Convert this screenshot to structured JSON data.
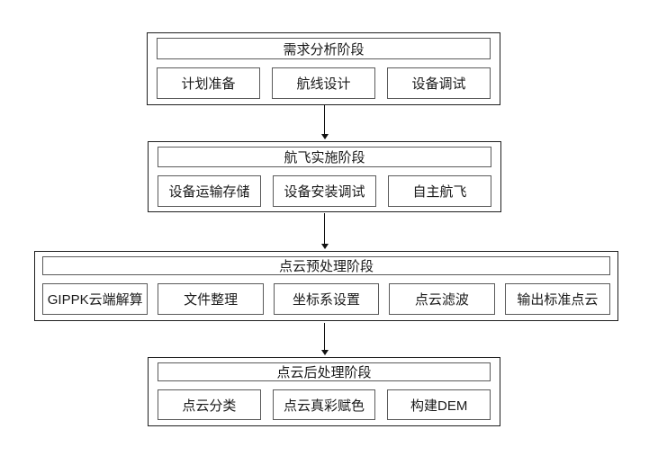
{
  "diagram": {
    "type": "flowchart",
    "direction": "top-down",
    "colors": {
      "background": "#ffffff",
      "outer_border": "#1f1f1f",
      "inner_border": "#5a5a5a",
      "arrow": "#111111",
      "text": "#1a1a1a"
    },
    "stages": [
      {
        "title": "需求分析阶段",
        "steps": [
          "计划准备",
          "航线设计",
          "设备调试"
        ]
      },
      {
        "title": "航飞实施阶段",
        "steps": [
          "设备运输存储",
          "设备安装调试",
          "自主航飞"
        ]
      },
      {
        "title": "点云预处理阶段",
        "steps": [
          "GIPPK云端解算",
          "文件整理",
          "坐标系设置",
          "点云滤波",
          "输出标准点云"
        ]
      },
      {
        "title": "点云后处理阶段",
        "steps": [
          "点云分类",
          "点云真彩赋色",
          "构建DEM"
        ]
      }
    ]
  }
}
